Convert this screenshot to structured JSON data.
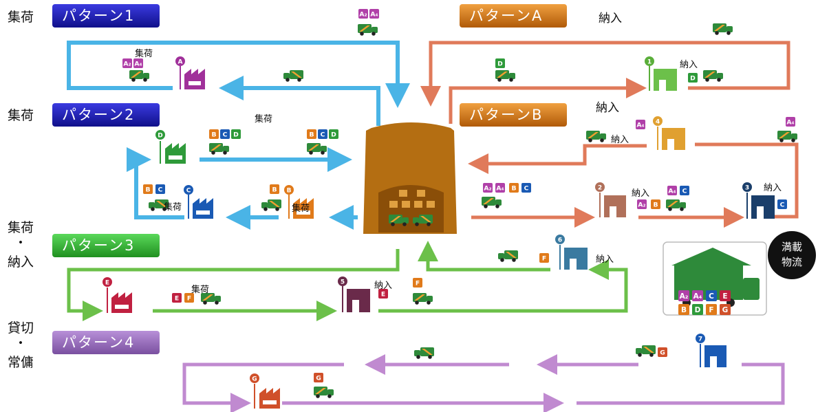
{
  "left_labels": {
    "p1": "集荷",
    "p2": "集荷",
    "p3_top": "集荷",
    "p3_dot": "・",
    "p3_bottom": "納入",
    "p4_top": "貸切",
    "p4_dot": "・",
    "p4_bottom": "常傭"
  },
  "banners": {
    "pattern1": "パターン1",
    "pattern2": "パターン2",
    "pattern3": "パターン3",
    "pattern4": "パターン4",
    "patternA": "パターンA",
    "patternB": "パターンB"
  },
  "labels": {
    "noujiu_A": "納入",
    "noujiu_B": "納入",
    "shuka_p1": "集荷",
    "shuka_p2_top": "集荷",
    "shuka_p2_c": "集荷",
    "shuka_p2_b": "集荷",
    "noujiu_1": "納入",
    "noujiu_4": "納入",
    "noujiu_2": "納入",
    "noujiu_3": "納入",
    "noujiu_6": "納入",
    "shuka_e": "集荷",
    "noujiu_5": "納入"
  },
  "bubble": {
    "line1": "満載",
    "line2": "物流"
  },
  "location_badges": {
    "A": "A",
    "B": "B",
    "C": "C",
    "D": "D",
    "E": "E",
    "G": "G",
    "1": "1",
    "2": "2",
    "3": "3",
    "4": "4",
    "5": "5",
    "6": "6",
    "7": "7"
  },
  "cargo_tags": {
    "A2": "A₂",
    "A4": "A₄",
    "B": "B",
    "C": "C",
    "D": "D",
    "E": "E",
    "F": "F",
    "G": "G"
  },
  "colors": {
    "pattern1_banner": "#1a1ab8",
    "pattern3_banner": "#3ab83a",
    "pattern4_banner": "#9c6cc0",
    "patternA_banner": "#d07a1a",
    "blue_route": "#4ab4e6",
    "salmon_route": "#e07a5a",
    "green_route": "#6cc04a",
    "purple_route": "#c08ad0",
    "warehouse": "#b46e12",
    "truck": "#2e8a3a"
  }
}
